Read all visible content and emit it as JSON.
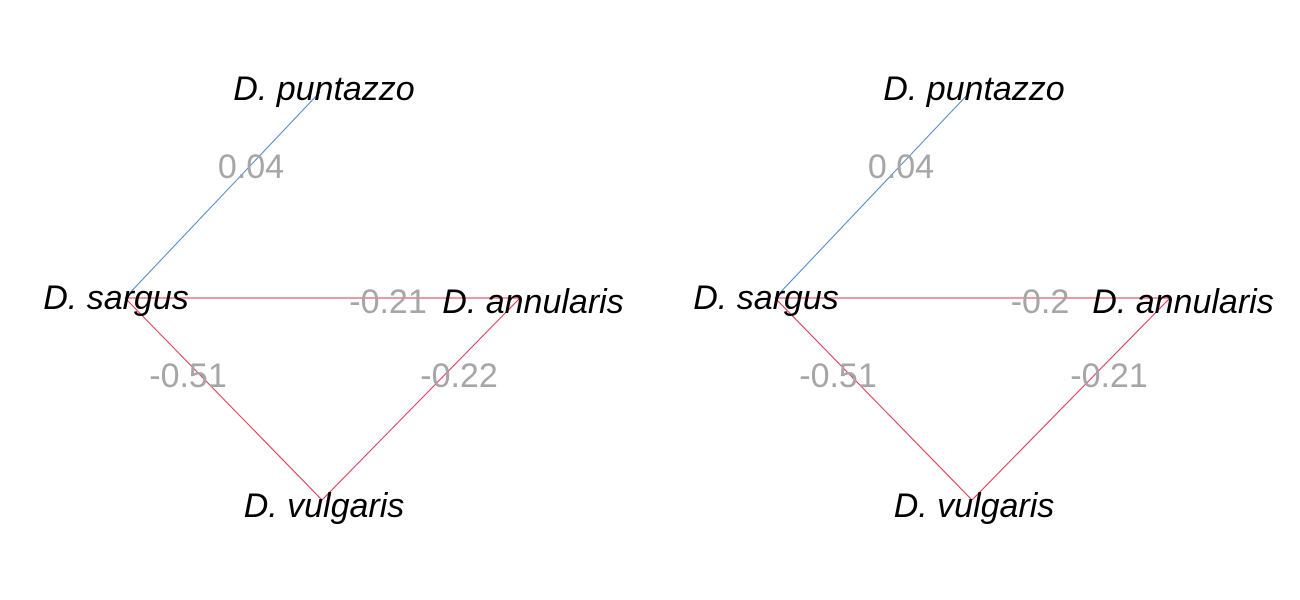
{
  "colors": {
    "positive_edge": "#4a86c8",
    "negative_edge": "#e0304a",
    "edge_label": "#a6a6a6",
    "node_label": "#000000",
    "background": "#ffffff"
  },
  "networks": [
    {
      "nodes": {
        "puntazzo": "D. puntazzo",
        "sargus": "D. sargus",
        "annularis": "D. annularis",
        "vulgaris": "D. vulgaris"
      },
      "edges": {
        "sargus_puntazzo": {
          "label": "0.04",
          "sign": "positive"
        },
        "sargus_annularis": {
          "label": "-0.21",
          "sign": "negative"
        },
        "sargus_vulgaris": {
          "label": "-0.51",
          "sign": "negative"
        },
        "annularis_vulgaris": {
          "label": "-0.22",
          "sign": "negative"
        }
      }
    },
    {
      "nodes": {
        "puntazzo": "D. puntazzo",
        "sargus": "D. sargus",
        "annularis": "D. annularis",
        "vulgaris": "D. vulgaris"
      },
      "edges": {
        "sargus_puntazzo": {
          "label": "0.04",
          "sign": "positive"
        },
        "sargus_annularis": {
          "label": "-0.2",
          "sign": "negative"
        },
        "sargus_vulgaris": {
          "label": "-0.51",
          "sign": "negative"
        },
        "annularis_vulgaris": {
          "label": "-0.21",
          "sign": "negative"
        }
      }
    }
  ]
}
